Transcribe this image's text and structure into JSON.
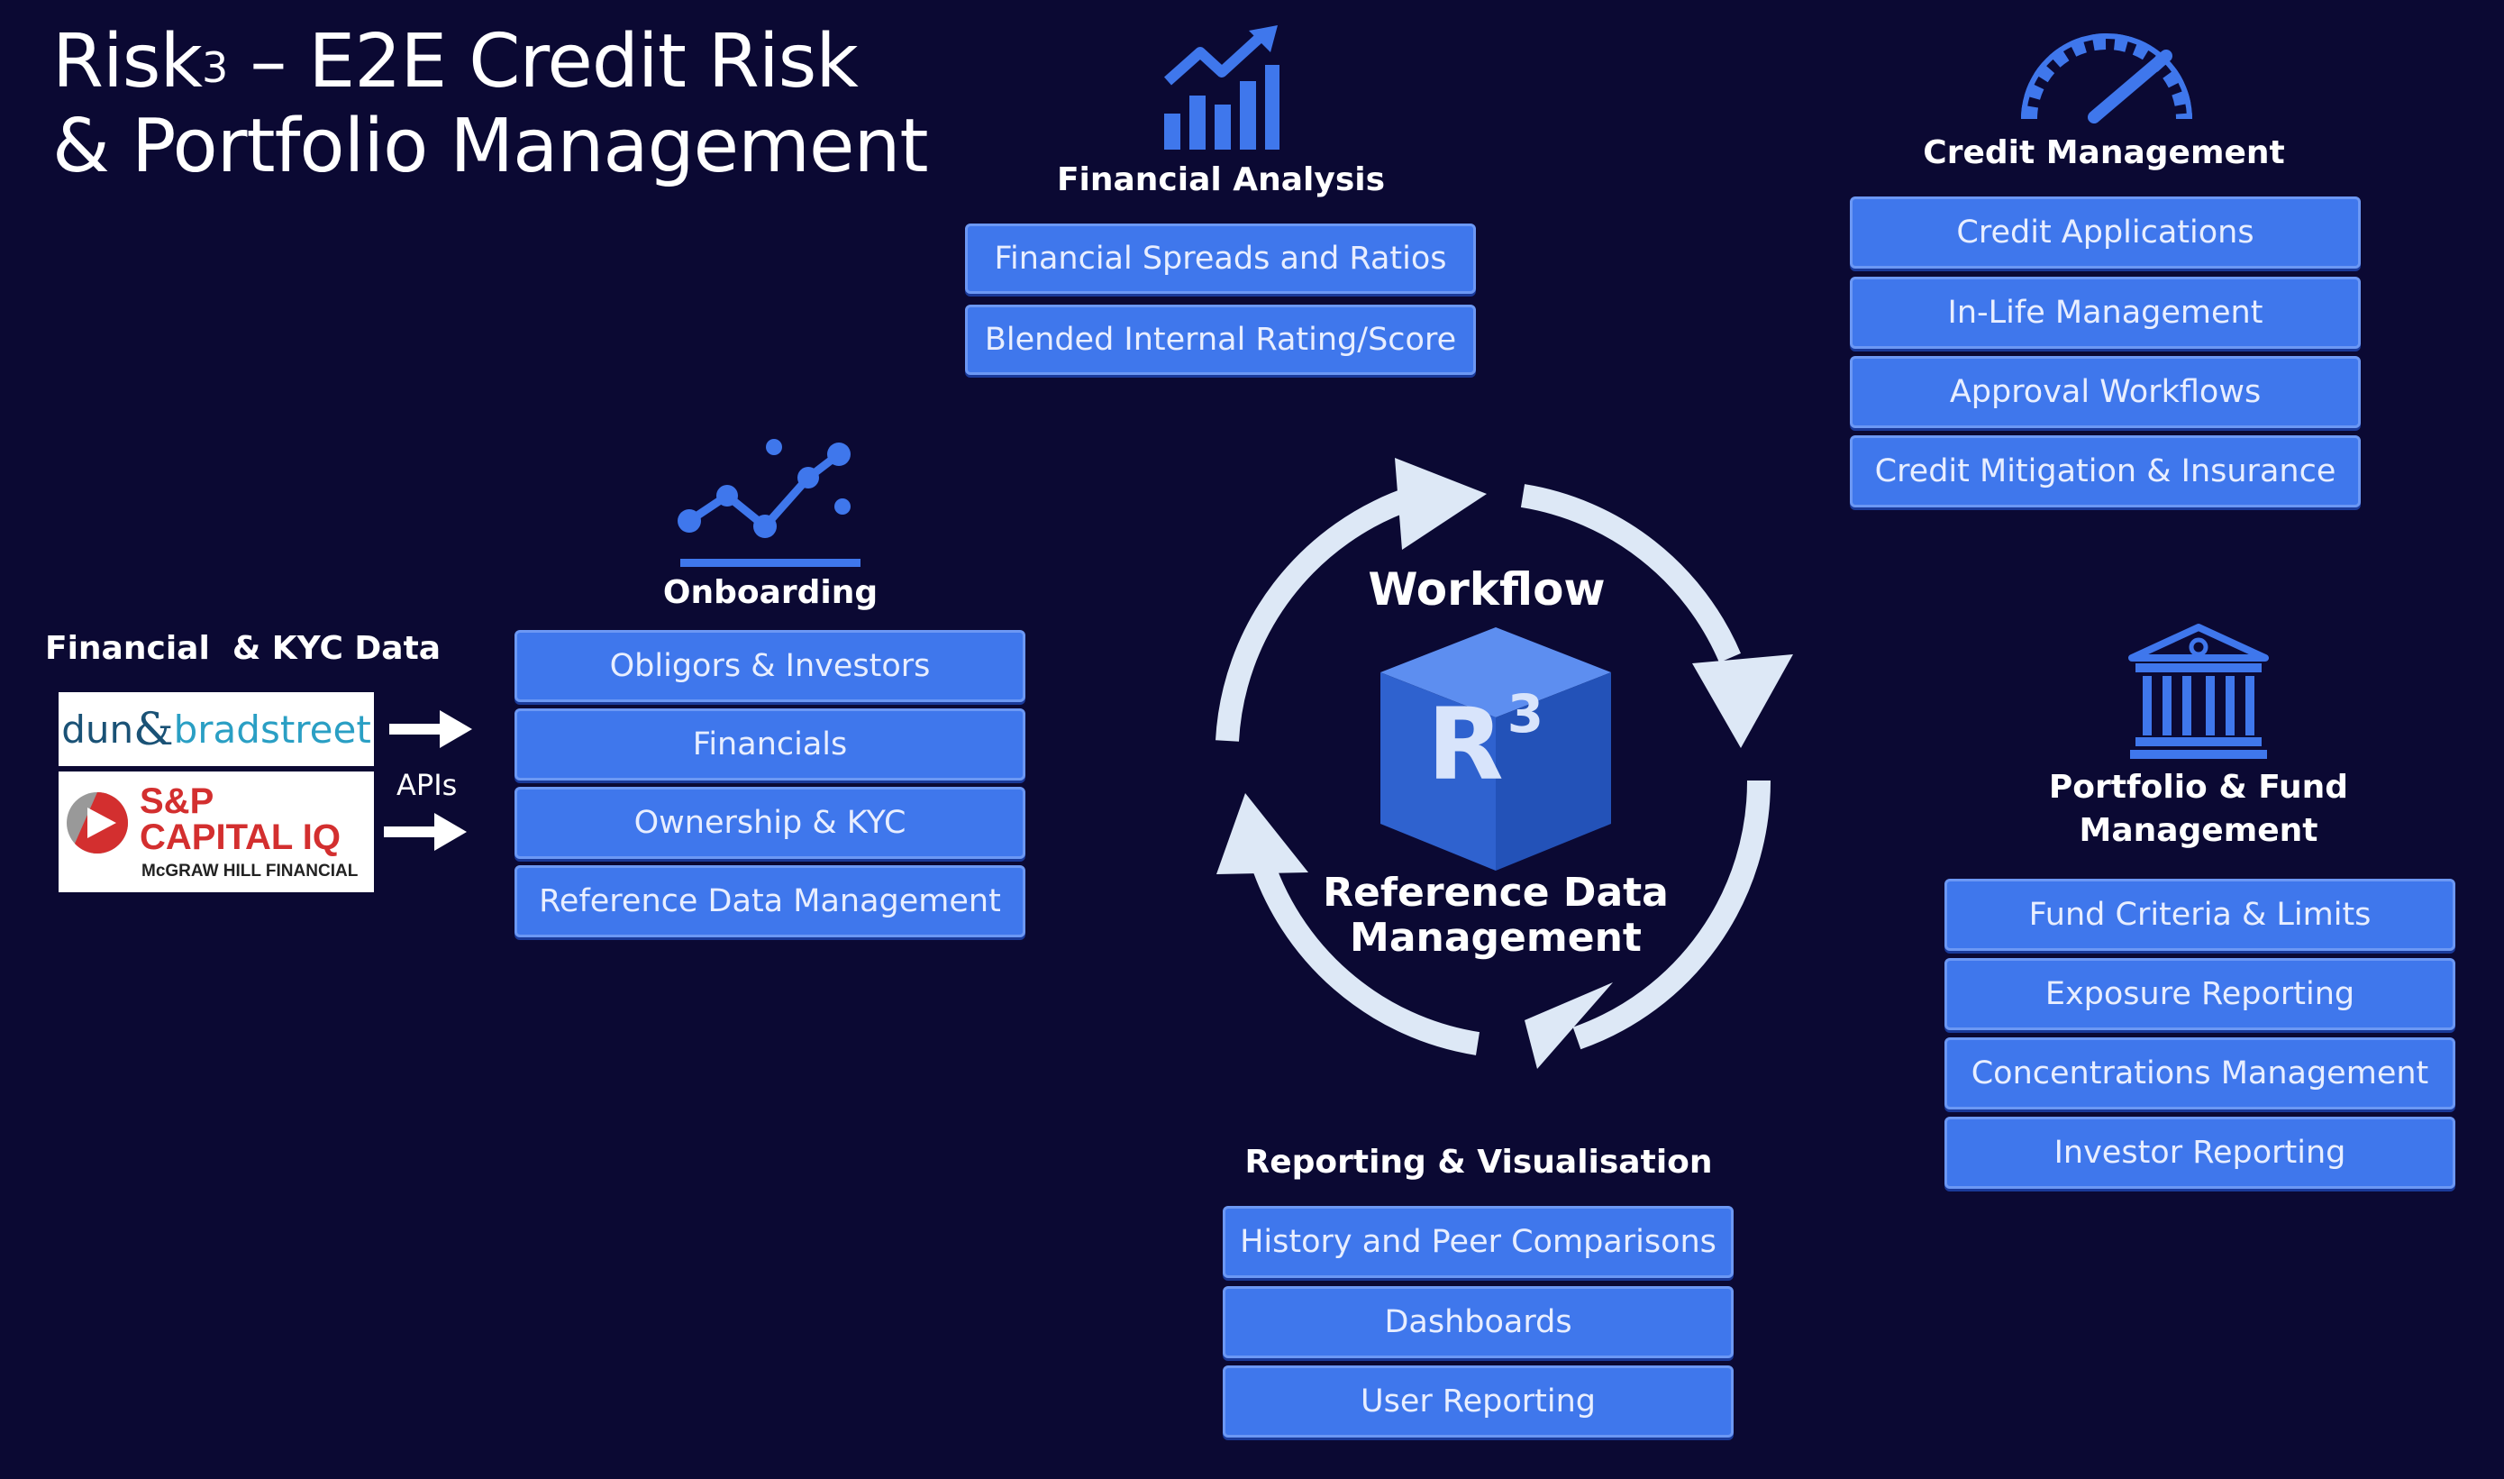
{
  "title": {
    "prefix": "Risk",
    "sup": "3",
    "line1_rest": " – E2E Credit Risk",
    "line2": "& Portfolio Management"
  },
  "colors": {
    "background": "#0b0933",
    "box": "#3f77ec",
    "icon": "#3f77ec",
    "ring": "#dde8f6",
    "cube": "#2f62cf"
  },
  "financial_analysis": {
    "title": "Financial Analysis",
    "icon": "bar-chart-trend-icon",
    "items": [
      "Financial Spreads and Ratios",
      "Blended Internal Rating/Score"
    ]
  },
  "credit_management": {
    "title": "Credit Management",
    "icon": "speedometer-icon",
    "items": [
      "Credit Applications",
      "In-Life Management",
      "Approval Workflows",
      "Credit Mitigation & Insurance"
    ]
  },
  "onboarding": {
    "title": "Onboarding",
    "icon": "line-graph-icon",
    "items": [
      "Obligors & Investors",
      "Financials",
      "Ownership & KYC",
      "Reference Data Management"
    ]
  },
  "data_sources": {
    "title": "Financial  & KYC Data",
    "apis_label": "APIs",
    "dnb": {
      "left": "dun",
      "amp": "&",
      "right": "bradstreet"
    },
    "sp": {
      "line1": "S&P",
      "line2": "CAPITAL IQ",
      "line3": "McGRAW HILL FINANCIAL"
    }
  },
  "center": {
    "workflow": "Workflow",
    "cube_letter": "R",
    "cube_sup": "3",
    "caption_line1": "Reference Data",
    "caption_line2": "Management"
  },
  "portfolio": {
    "title_line1": "Portfolio & Fund",
    "title_line2": "Management",
    "icon": "bank-icon",
    "items": [
      "Fund Criteria & Limits",
      "Exposure Reporting",
      "Concentrations Management",
      "Investor Reporting"
    ]
  },
  "reporting": {
    "title": "Reporting & Visualisation",
    "items": [
      "History and Peer Comparisons",
      "Dashboards",
      "User Reporting"
    ]
  }
}
